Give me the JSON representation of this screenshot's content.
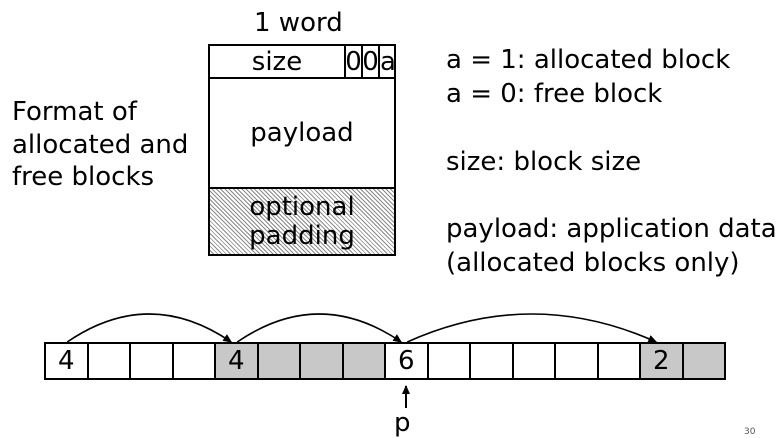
{
  "format": {
    "word_label": "1 word",
    "size_field": "size",
    "bits": [
      "0",
      "0",
      "a"
    ],
    "payload": "payload",
    "padding": [
      "optional",
      "padding"
    ],
    "title": "Format of allocated and free blocks"
  },
  "legend": {
    "line1": "a = 1: allocated block",
    "line2": "a = 0: free block",
    "line3": "size: block size",
    "line4": "payload: application data",
    "line5": "(allocated blocks only)"
  },
  "heap": {
    "words": [
      {
        "text": "4",
        "allocated": false
      },
      {
        "text": "",
        "allocated": false
      },
      {
        "text": "",
        "allocated": false
      },
      {
        "text": "",
        "allocated": false
      },
      {
        "text": "4",
        "allocated": true
      },
      {
        "text": "",
        "allocated": true
      },
      {
        "text": "",
        "allocated": true
      },
      {
        "text": "",
        "allocated": true
      },
      {
        "text": "6",
        "allocated": false
      },
      {
        "text": "",
        "allocated": false
      },
      {
        "text": "",
        "allocated": false
      },
      {
        "text": "",
        "allocated": false
      },
      {
        "text": "",
        "allocated": false
      },
      {
        "text": "",
        "allocated": false
      },
      {
        "text": "2",
        "allocated": true
      },
      {
        "text": "",
        "allocated": true
      }
    ],
    "pointer_label": "p"
  },
  "colors": {
    "allocated_fill": "#c8c8c8",
    "stroke": "#000000"
  },
  "page_number": "30"
}
